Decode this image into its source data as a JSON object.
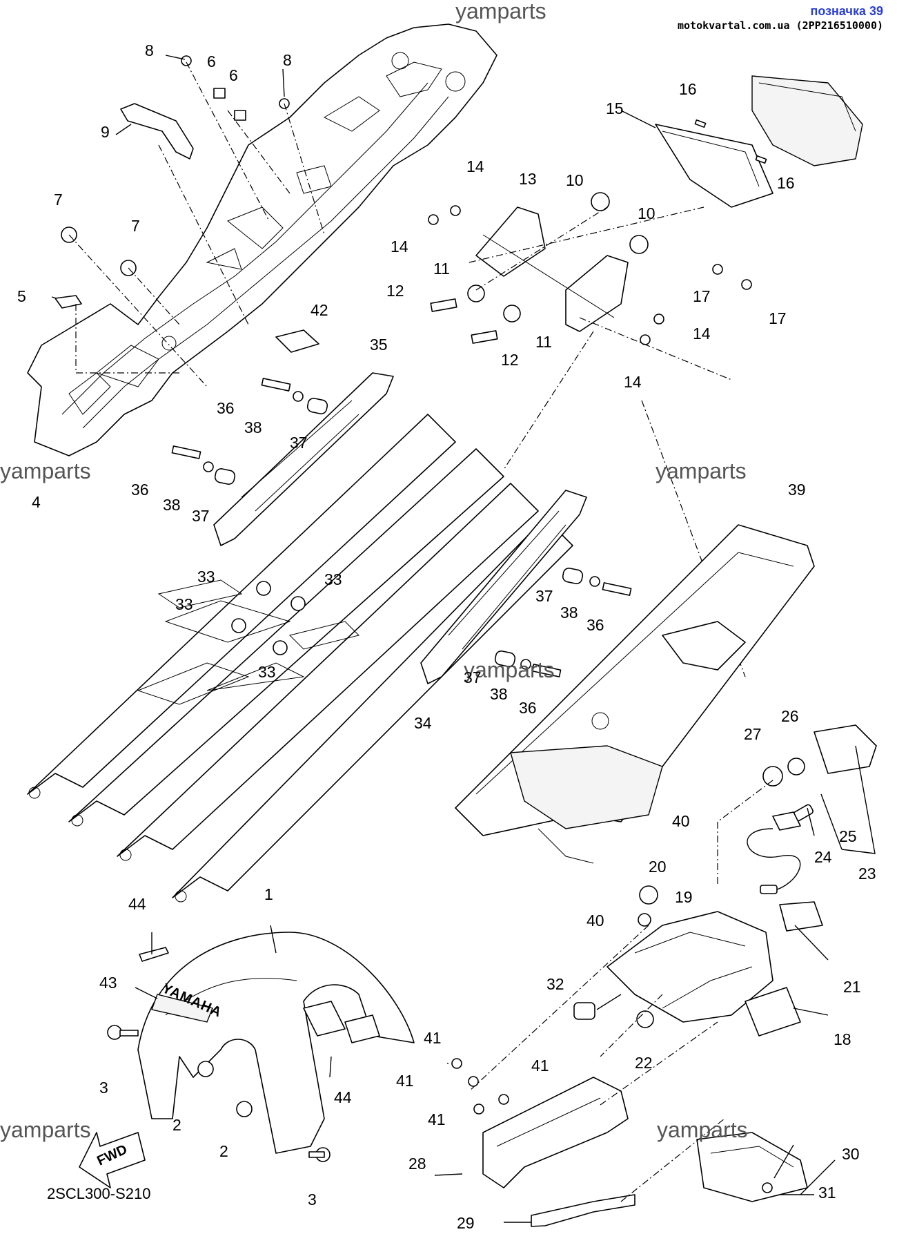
{
  "header": {
    "watermark_top": "yamparts",
    "badge_title": "позначка 39",
    "badge_sub": "motokvartal.com.ua (2PP216510000)"
  },
  "watermarks": [
    "yamparts",
    "yamparts",
    "yamparts",
    "yamparts",
    "yamparts"
  ],
  "drawing_code": "2SCL300-S210",
  "fwd_label": "FWD",
  "fender_brand": "YAMAHA",
  "callouts": {
    "c1": "1",
    "c2a": "2",
    "c2b": "2",
    "c3a": "3",
    "c3b": "3",
    "c4": "4",
    "c5": "5",
    "c6a": "6",
    "c6b": "6",
    "c7a": "7",
    "c7b": "7",
    "c8a": "8",
    "c8b": "8",
    "c9": "9",
    "c10a": "10",
    "c10b": "10",
    "c11a": "11",
    "c11b": "11",
    "c12a": "12",
    "c12b": "12",
    "c13": "13",
    "c14a": "14",
    "c14b": "14",
    "c14c": "14",
    "c14d": "14",
    "c15": "15",
    "c16a": "16",
    "c16b": "16",
    "c17a": "17",
    "c17b": "17",
    "c18": "18",
    "c19": "19",
    "c20": "20",
    "c21": "21",
    "c22": "22",
    "c23": "23",
    "c24": "24",
    "c25": "25",
    "c26": "26",
    "c27": "27",
    "c28": "28",
    "c29": "29",
    "c30": "30",
    "c31": "31",
    "c32": "32",
    "c33a": "33",
    "c33b": "33",
    "c33c": "33",
    "c33d": "33",
    "c34": "34",
    "c35": "35",
    "c36a": "36",
    "c36b": "36",
    "c36c": "36",
    "c36d": "36",
    "c37a": "37",
    "c37b": "37",
    "c37c": "37",
    "c37d": "37",
    "c38a": "38",
    "c38b": "38",
    "c38c": "38",
    "c38d": "38",
    "c39": "39",
    "c40a": "40",
    "c40b": "40",
    "c41a": "41",
    "c41b": "41",
    "c41c": "41",
    "c41d": "41",
    "c42": "42",
    "c43": "43",
    "c44a": "44",
    "c44b": "44"
  }
}
